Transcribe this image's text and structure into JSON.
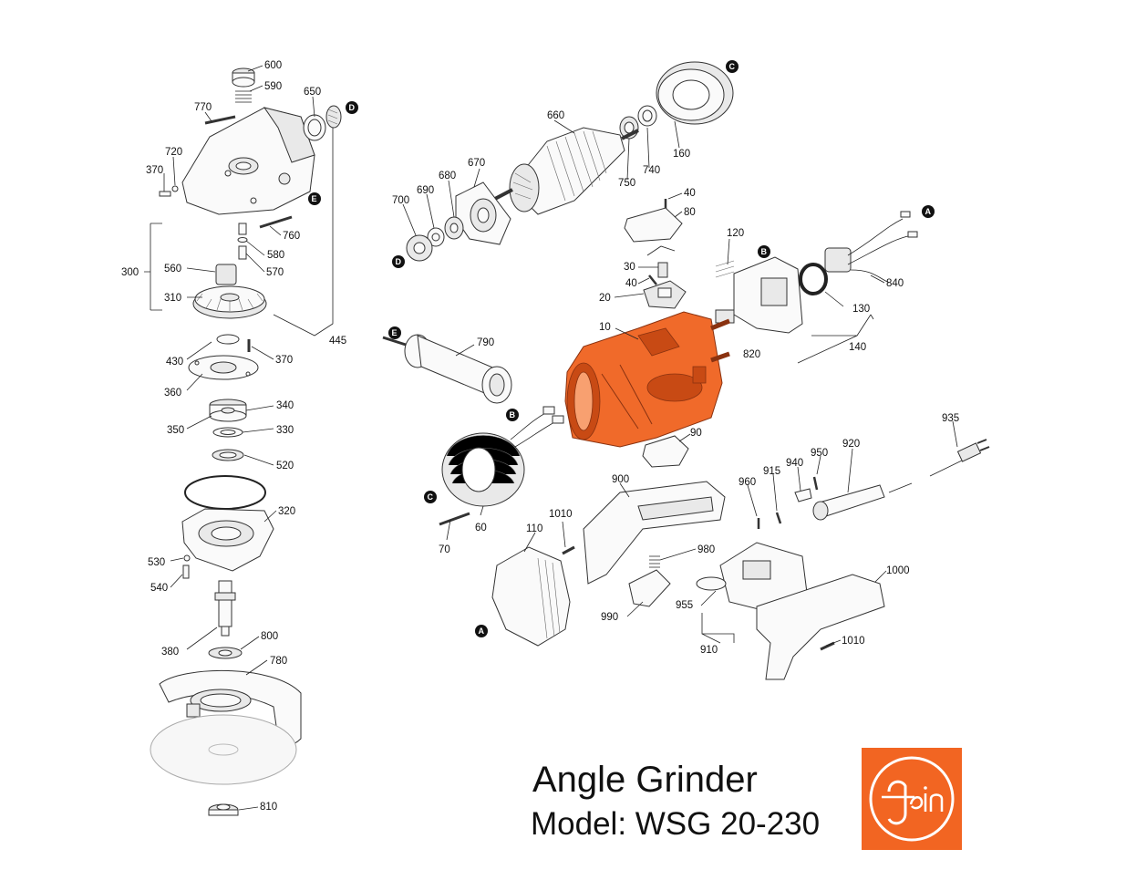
{
  "title": "Angle Grinder",
  "model_line": "Model: WSG 20-230",
  "brand": "fein",
  "colors": {
    "highlight": "#f06a2a",
    "logo_bg": "#f26522"
  },
  "callouts": [
    "A",
    "B",
    "C",
    "D",
    "E"
  ],
  "part_numbers": [
    "600",
    "590",
    "770",
    "650",
    "720",
    "370",
    "760",
    "580",
    "570",
    "560",
    "300",
    "310",
    "445",
    "430",
    "370",
    "360",
    "340",
    "350",
    "330",
    "520",
    "320",
    "530",
    "540",
    "380",
    "800",
    "780",
    "810",
    "660",
    "160",
    "740",
    "750",
    "670",
    "680",
    "690",
    "700",
    "40",
    "80",
    "120",
    "30",
    "40",
    "20",
    "840",
    "130",
    "140",
    "820",
    "10",
    "790",
    "90",
    "935",
    "920",
    "950",
    "940",
    "915",
    "960",
    "900",
    "1010",
    "110",
    "980",
    "990",
    "955",
    "910",
    "1000",
    "1010",
    "60",
    "70"
  ]
}
